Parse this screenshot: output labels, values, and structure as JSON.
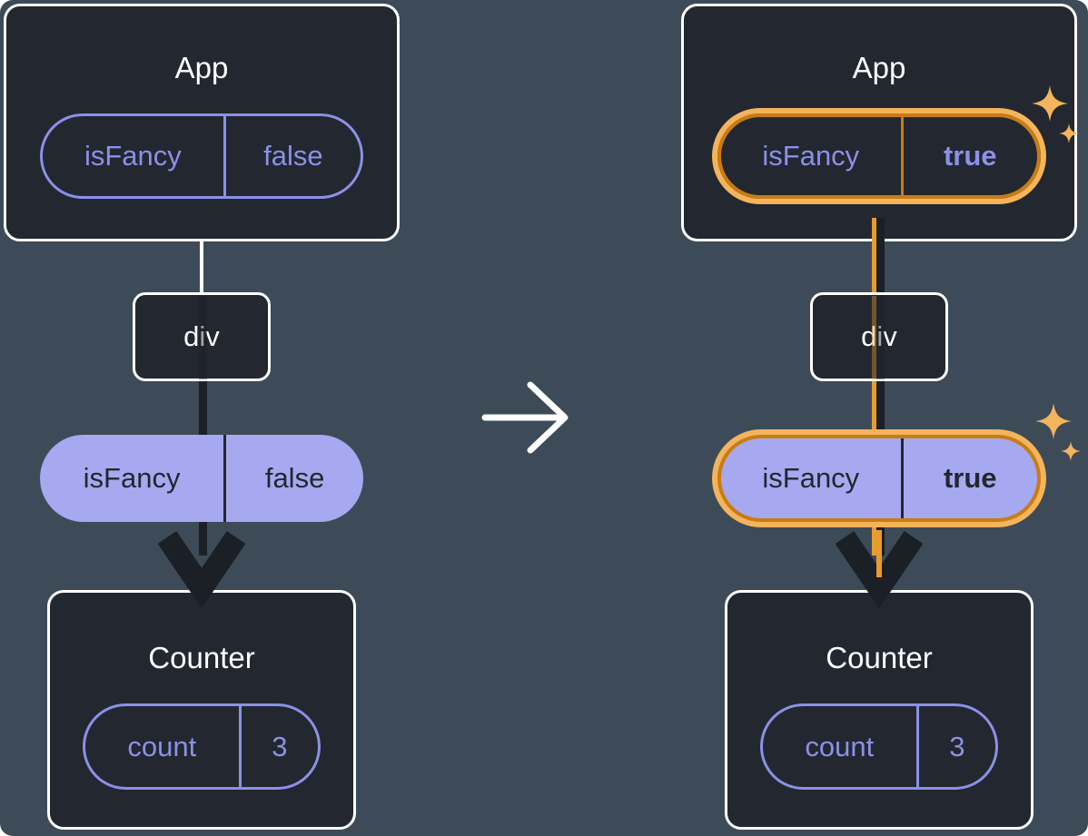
{
  "colors": {
    "canvas_bg": "#3d4b59",
    "node_bg": "#23272f",
    "node_border": "#ffffff",
    "title_text": "#ffffff",
    "purple": "#8b90e8",
    "pill_fill": "#a6a9f0",
    "pill_text_on_fill": "#23272f",
    "flow_dark": "#1b1f26",
    "white_link": "#ffffff",
    "orange": "#e89b2e",
    "orange_deep": "#c87c14",
    "orange_light": "#f4b45c",
    "transition_arrow": "#ffffff"
  },
  "icons": {
    "transition_arrow": "→",
    "sparkle": "✦",
    "flow_arrowhead": "▼"
  },
  "before": {
    "app": {
      "title": "App",
      "prop": {
        "name": "isFancy",
        "value": "false"
      }
    },
    "div_node": {
      "label": "div"
    },
    "passed_prop": {
      "name": "isFancy",
      "value": "false"
    },
    "counter": {
      "title": "Counter",
      "state": {
        "name": "count",
        "value": "3"
      }
    }
  },
  "after": {
    "app": {
      "title": "App",
      "prop": {
        "name": "isFancy",
        "value": "true"
      }
    },
    "div_node": {
      "label": "div"
    },
    "passed_prop": {
      "name": "isFancy",
      "value": "true"
    },
    "counter": {
      "title": "Counter",
      "state": {
        "name": "count",
        "value": "3"
      }
    }
  }
}
